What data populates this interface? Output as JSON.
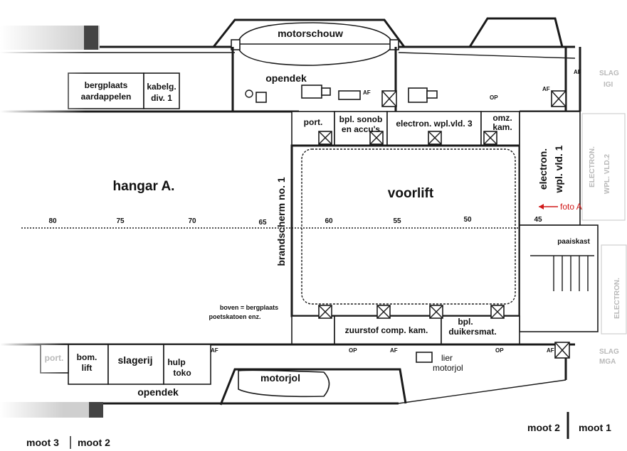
{
  "labels": {
    "motorschouw": "motorschouw",
    "opendek_top": "opendek",
    "bergplaats": [
      "bergplaats",
      "aardappelen"
    ],
    "kabelg": [
      "kabelg.",
      "div. 1"
    ],
    "port_top": "port.",
    "bpl_sonob": [
      "bpl. sonob",
      "en accu's"
    ],
    "electron_wpl_vld_3": "electron. wpl.vld. 3",
    "omz_kam": [
      "omz.",
      "kam."
    ],
    "hangar": "hangar A.",
    "voorlift": "voorlift",
    "brandscherm": "brandscherm no. 1",
    "electron_wpl_vld_1": [
      "electron.",
      "wpl. vld. 1"
    ],
    "foto_a": "foto A",
    "paaiskast": "paaiskast",
    "boven_note": [
      "boven = bergplaats",
      "poetskatoen enz."
    ],
    "zuurstof": "zuurstof comp. kam.",
    "bpl_duikersmat": [
      "bpl.",
      "duikersmat."
    ],
    "port_bottom": "port.",
    "bom_lift": [
      "bom.",
      "lift"
    ],
    "slagerij": "slagerij",
    "hulp_toko": [
      "hulp",
      "toko"
    ],
    "lier_motorjol": [
      "lier",
      "motorjol"
    ],
    "motorjol": "motorjol",
    "opendek_bottom": "opendek",
    "moot_left": "moot 3",
    "moot_left2": "moot 2",
    "moot_right": "moot 2",
    "moot_right2": "moot 1",
    "af": "AF",
    "op": "OP",
    "ghost_right": [
      "ELECTRON.",
      "WPL. VLD.2"
    ],
    "ghost_right2": "ELECTRON.",
    "ghost_slag_top": [
      "SLAG",
      "IGI"
    ],
    "ghost_slag_bottom": [
      "SLAG",
      "MGA"
    ]
  },
  "frames": [
    "80",
    "75",
    "70",
    "65",
    "60",
    "55",
    "50",
    "45"
  ],
  "colors": {
    "line": "#1a1a1a",
    "accent": "#d01818",
    "ghost": "#b9b9b9"
  }
}
